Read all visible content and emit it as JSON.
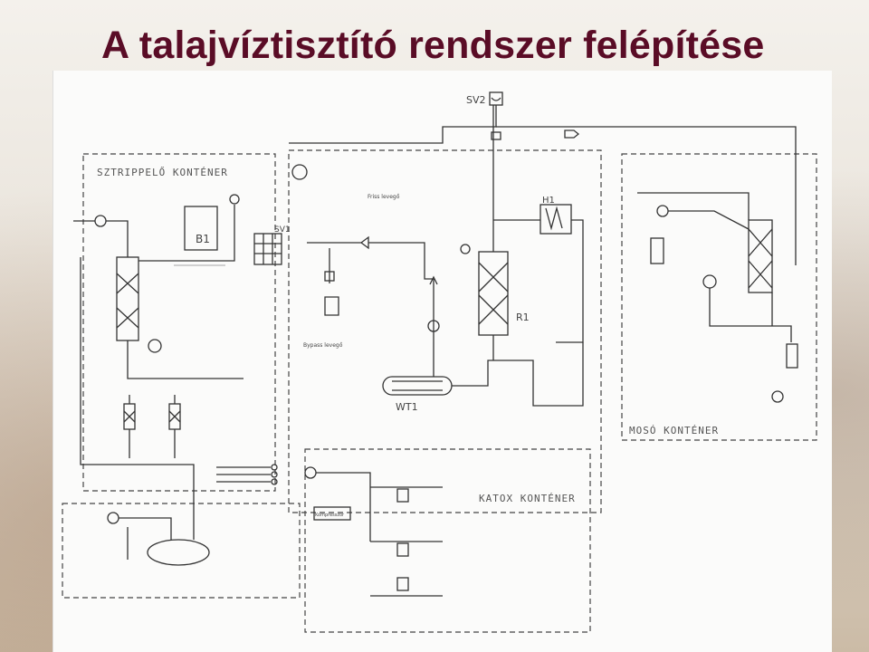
{
  "slide": {
    "title": "A talajvíztisztító rendszer felépítése"
  },
  "containers": {
    "sztrippelo": "SZTRIPPELŐ KONTÉNER",
    "moso": "MOSÓ KONTÉNER",
    "katox": "KATOX KONTÉNER"
  },
  "equipment": {
    "sv2": "SV2",
    "sv1": "SV1",
    "b1": "B1",
    "h1": "H1",
    "r1": "R1",
    "wt1": "WT1"
  },
  "labels": {
    "friss_levego": "Friss levegő",
    "bypass_levego": "Bypass levegő",
    "kompresszor": "Kompresszor"
  }
}
